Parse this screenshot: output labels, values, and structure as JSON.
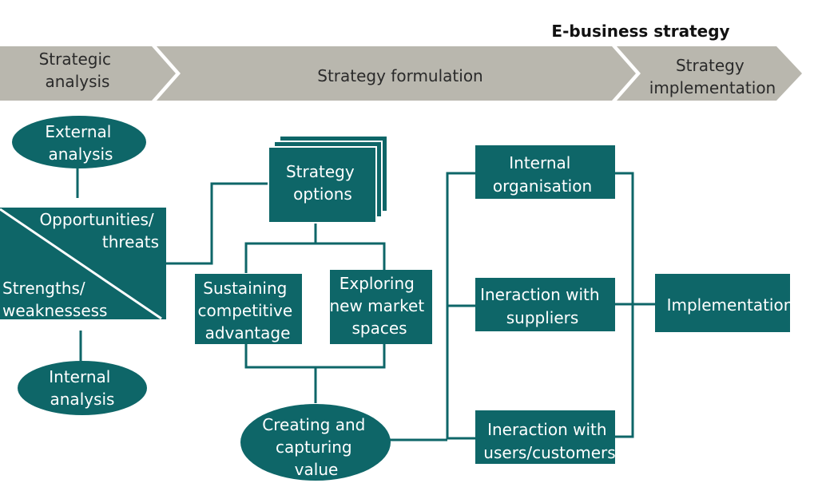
{
  "title": "E-business strategy",
  "colors": {
    "teal": "#0e6668",
    "banner": "#b9b7ae",
    "connector": "#0e6668",
    "banner_text": "#2a2a2a"
  },
  "phases": [
    {
      "lines": [
        "Strategic",
        "analysis"
      ]
    },
    {
      "lines": [
        "Strategy formulation"
      ]
    },
    {
      "lines": [
        "Strategy",
        "implementation"
      ]
    }
  ],
  "nodes": {
    "external_analysis": [
      "External",
      "analysis"
    ],
    "internal_analysis": [
      "Internal",
      "analysis"
    ],
    "opportunities_threats": [
      "Opportunities/",
      "threats"
    ],
    "strengths_weaknesses": [
      "Strengths/",
      "weaknessess"
    ],
    "strategy_options": [
      "Strategy",
      "options"
    ],
    "sustaining": [
      "Sustaining",
      "competitive",
      "advantage"
    ],
    "exploring": [
      "Exploring",
      "new market",
      "spaces"
    ],
    "creating_value": [
      "Creating and",
      "capturing",
      "value"
    ],
    "internal_organisation": [
      "Internal",
      "organisation"
    ],
    "interaction_suppliers": [
      "Ineraction with",
      "suppliers"
    ],
    "interaction_users": [
      "Ineraction with",
      "users/customers"
    ],
    "implementation": [
      "Implementation"
    ]
  }
}
